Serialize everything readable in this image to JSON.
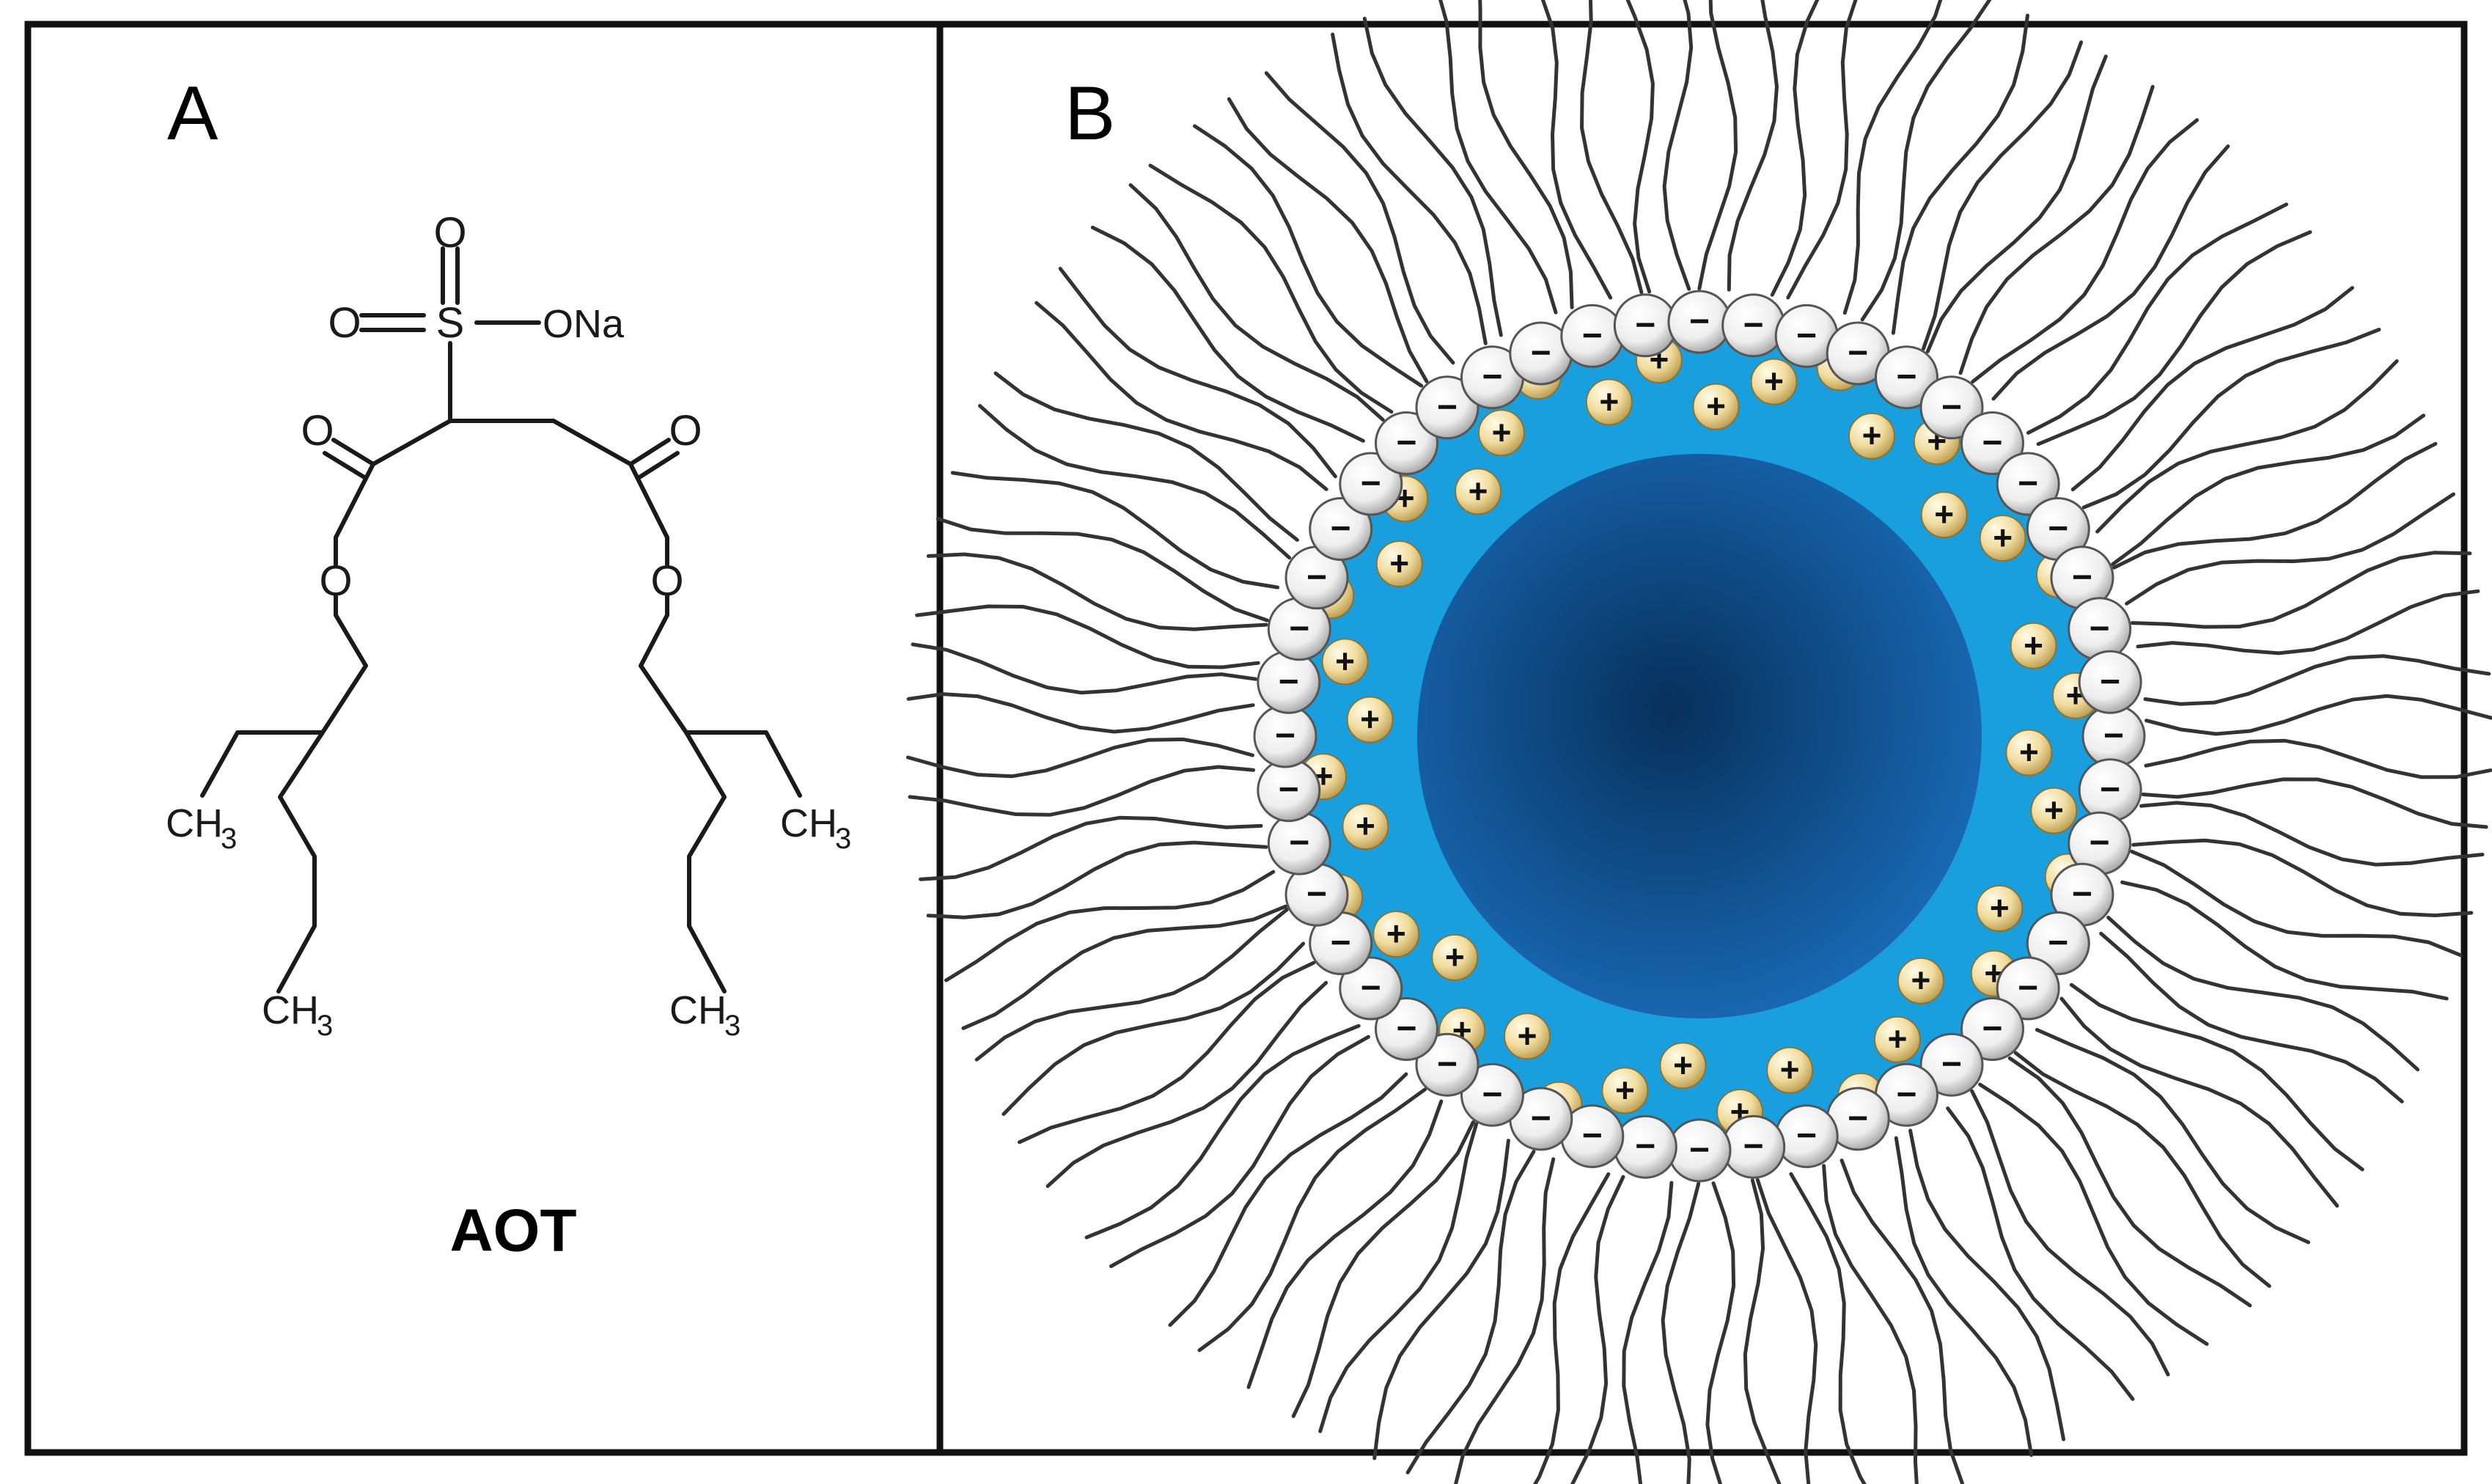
{
  "panel_a": {
    "label": "A",
    "atoms": {
      "s": "S",
      "o": "O",
      "ona": "ONa",
      "ch": "CH",
      "sub3": "3"
    },
    "caption": "AOT"
  },
  "panel_b": {
    "label": "B",
    "anion_symbol": "−",
    "cation_symbol": "+"
  },
  "colors": {
    "border": "#111111",
    "bond": "#1a1a1a",
    "water_shell": "#1a9fde",
    "core_center": "#07305a",
    "core_edge": "#1a6bb7",
    "tail": "#333333",
    "head_group": "#f2f2f2",
    "counterion": "#eed89a"
  },
  "icons": {
    "head_group": "anion-sphere-icon",
    "counterion": "cation-sphere-icon"
  }
}
